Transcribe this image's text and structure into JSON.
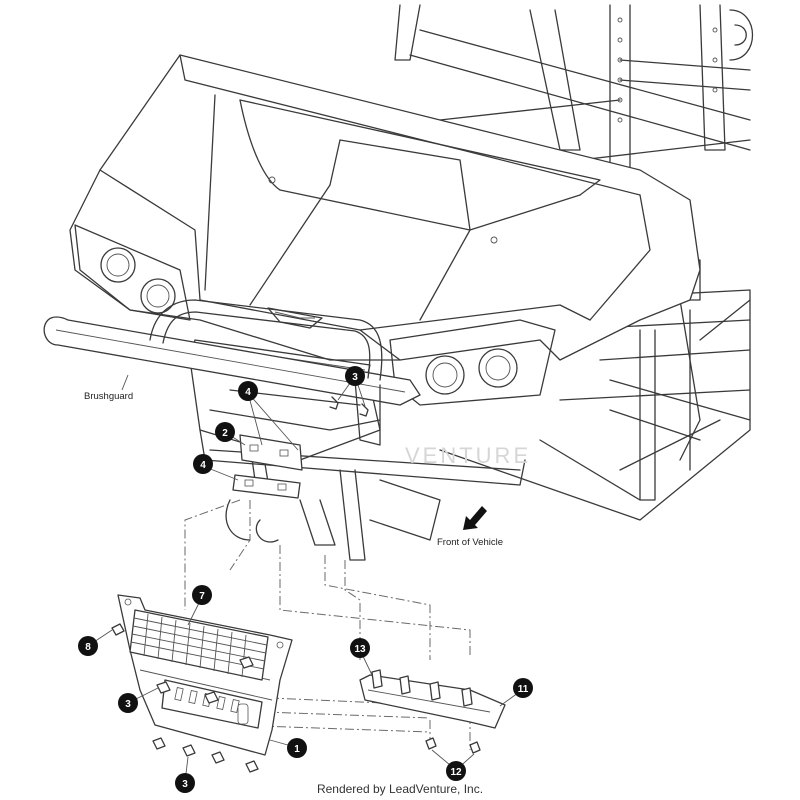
{
  "diagram": {
    "labels": {
      "brushguard": "Brushguard",
      "front_of_vehicle": "Front of Vehicle",
      "watermark": "VENTURE"
    },
    "callouts": [
      "1",
      "2",
      "3",
      "4",
      "7",
      "8",
      "11",
      "12",
      "13"
    ],
    "credit": "Rendered by LeadVenture, Inc."
  }
}
